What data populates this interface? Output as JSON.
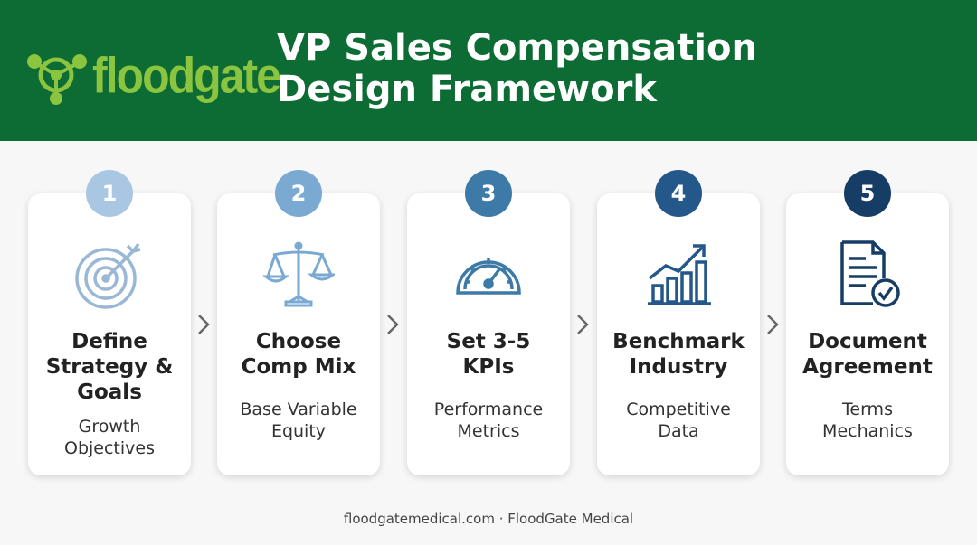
{
  "header": {
    "logo_text": "floodgate",
    "title_line1": "VP Sales Compensation",
    "title_line2": "Design Framework",
    "background_color": "#0d6b34",
    "logo_color": "#8bc53f"
  },
  "steps": [
    {
      "number": "1",
      "title_lines": [
        "Define",
        "Strategy &",
        "Goals"
      ],
      "sub_lines": [
        "Growth",
        "Objectives"
      ],
      "icon": "target-arrow-icon",
      "badge_color": "#a9c7e3"
    },
    {
      "number": "2",
      "title_lines": [
        "Choose",
        "Comp Mix"
      ],
      "sub_lines": [
        "Base Variable",
        "Equity"
      ],
      "icon": "balance-scale-icon",
      "badge_color": "#7aa9d2"
    },
    {
      "number": "3",
      "title_lines": [
        "Set 3-5",
        "KPIs"
      ],
      "sub_lines": [
        "Performance",
        "Metrics"
      ],
      "icon": "speedometer-icon",
      "badge_color": "#3d7aa8"
    },
    {
      "number": "4",
      "title_lines": [
        "Benchmark",
        "Industry"
      ],
      "sub_lines": [
        "Competitive",
        "Data"
      ],
      "icon": "growth-chart-icon",
      "badge_color": "#24578a"
    },
    {
      "number": "5",
      "title_lines": [
        "Document",
        "Agreement"
      ],
      "sub_lines": [
        "Terms",
        "Mechanics"
      ],
      "icon": "document-check-icon",
      "badge_color": "#163d66"
    }
  ],
  "footer": {
    "text": "floodgatemedical.com · FloodGate Medical"
  }
}
